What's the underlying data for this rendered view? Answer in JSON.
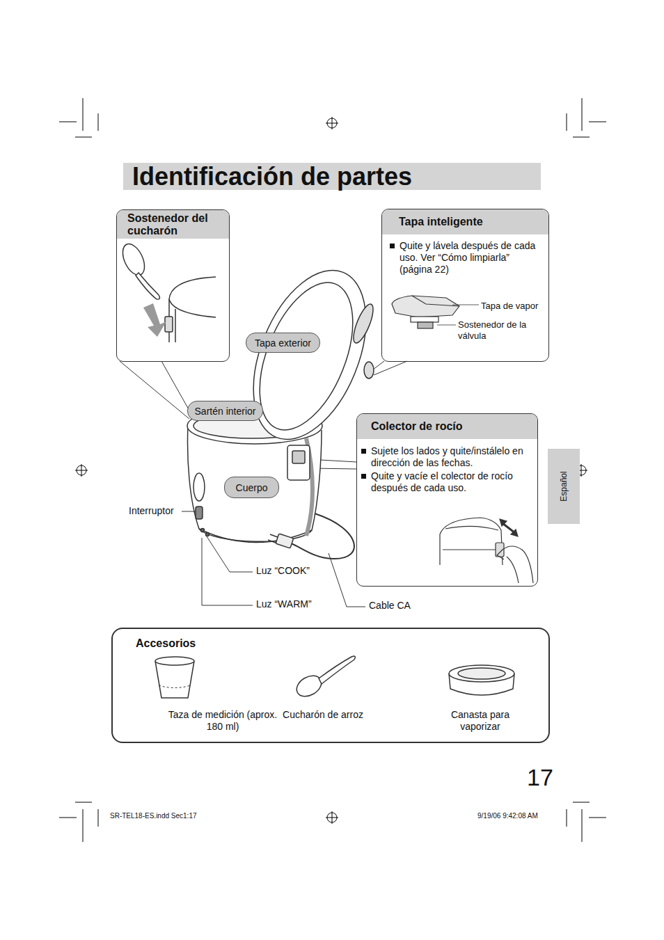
{
  "diagram": {
    "title": "Identificación de partes",
    "nodes": [
      {
        "text": [
          "Sostenedor del cucharón"
        ]
      },
      {
        "text": [
          "Tapa exterior"
        ]
      },
      {
        "text": [
          "Tapa inteligente",
          "Quite y lávela después de cada uso. Ver “Cómo limpiarla” (página 22)"
        ]
      },
      {
        "text": [
          "Sartén interior"
        ]
      },
      {
        "text": [
          "Colector de rocío",
          "Sujete los lados y quite/instálelo en dirección de las fechas.",
          "Quite y vacíe el colector de rocío después de cada uso."
        ]
      },
      {
        "text": [
          "Cuerpo"
        ]
      },
      {
        "text": [
          "Español"
        ]
      },
      {
        "text": [
          "Accesorios",
          "Taza de medición (aprox. 180 ml)",
          "Cucharón de arroz",
          "Canasta para vaporizar"
        ]
      }
    ],
    "labels": [
      "Tapa de vapor",
      "Sostenedor de la válvula",
      "Interruptor",
      "Luz “COOK”",
      "Luz “WARM”",
      "Cable CA",
      "17",
      "SR-TEL18-ES.indd Sec1:17",
      "9/19/06 9:42:08 AM"
    ]
  }
}
